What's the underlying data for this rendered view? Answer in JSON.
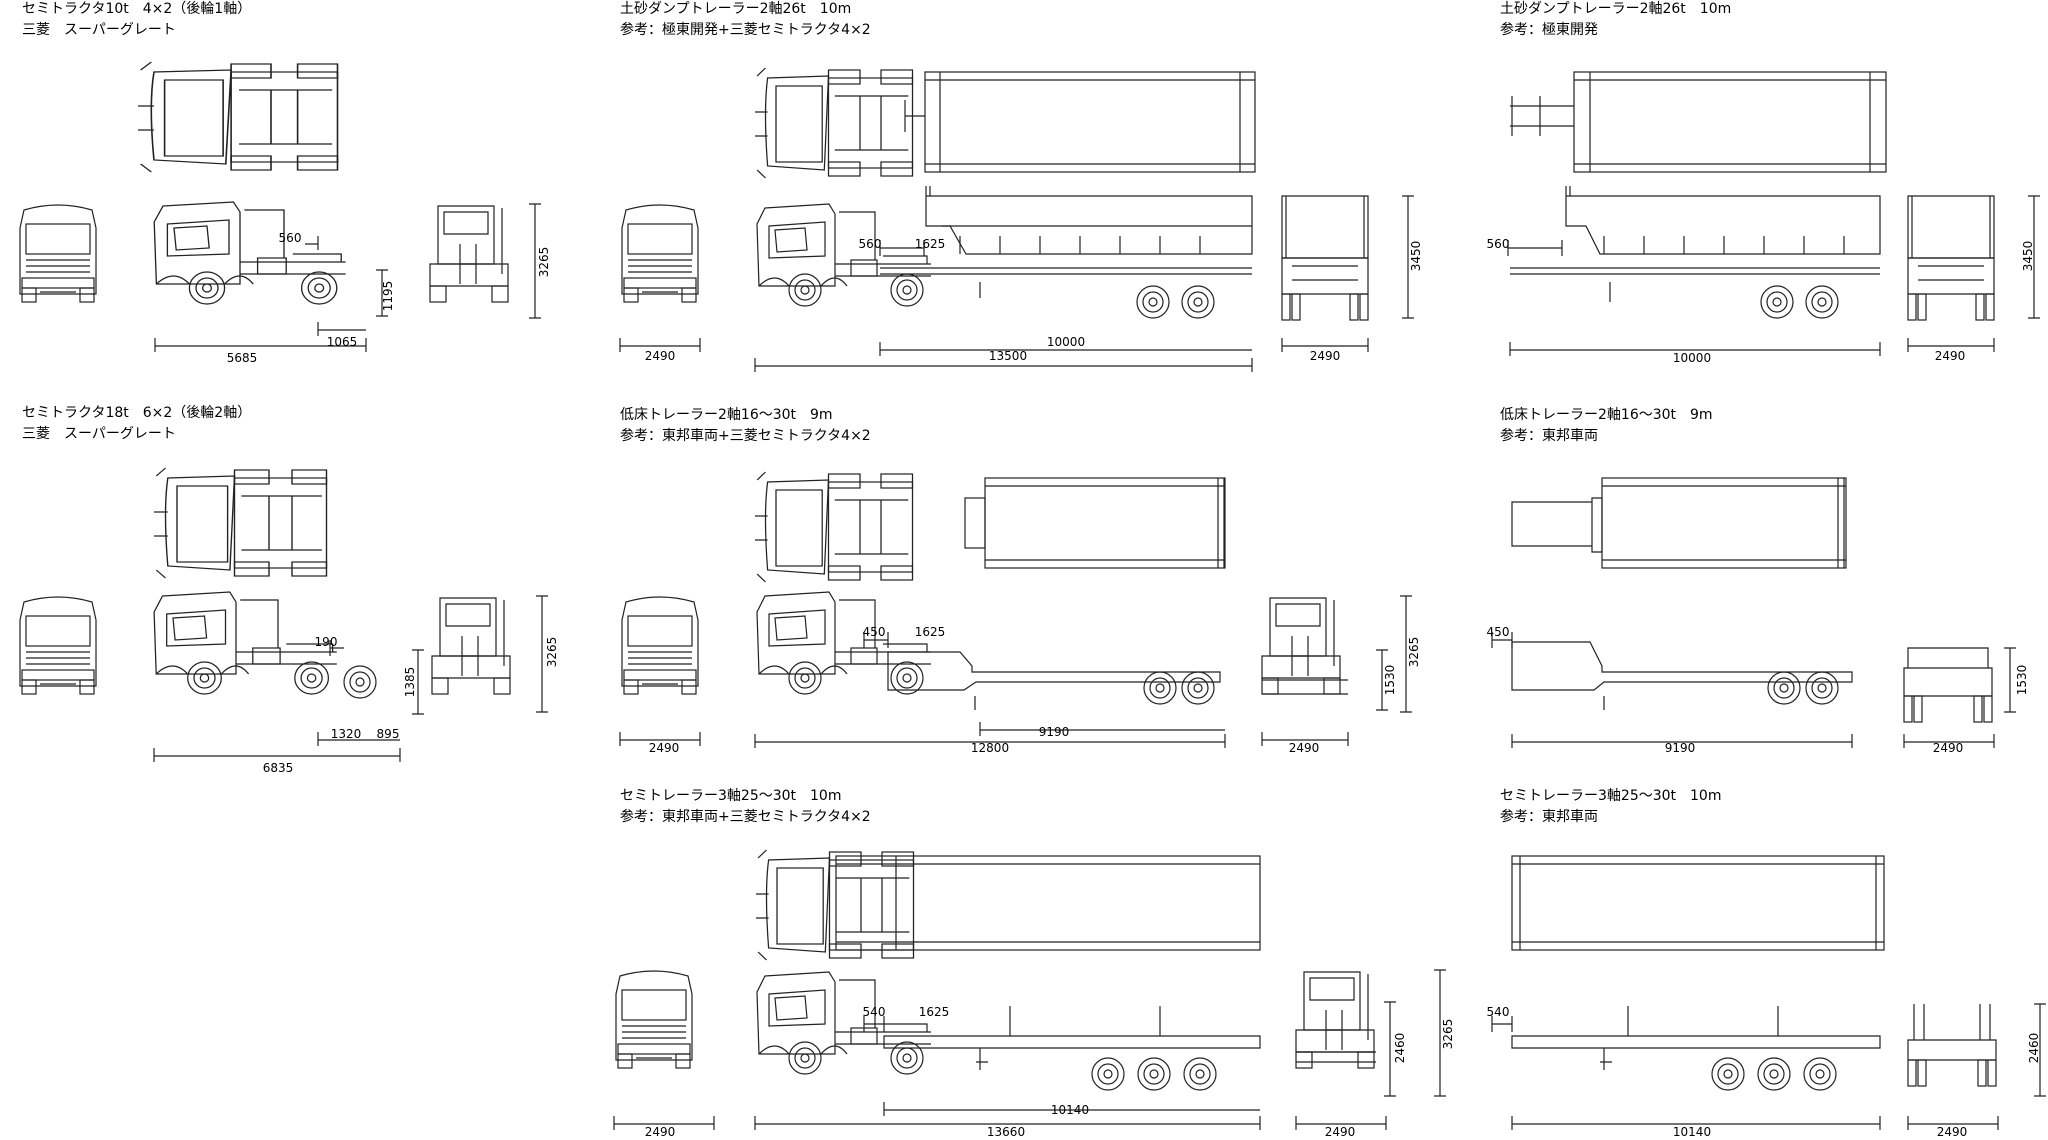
{
  "blocks": [
    {
      "title": "セミトラクタ10t　4×2（後輪1軸）",
      "sub": "三菱　スーパーグレート"
    },
    {
      "title": "土砂ダンプトレーラー2軸26t　10m",
      "sub": "参考：極東開発+三菱セミトラクタ4×2"
    },
    {
      "title": "土砂ダンプトレーラー2軸26t　10m",
      "sub": "参考：極東開発"
    },
    {
      "title": "セミトラクタ18t　6×2（後輪2軸）",
      "sub": "三菱　スーパーグレート"
    },
    {
      "title": "低床トレーラー2軸16～30t　9m",
      "sub": "参考：東邦車両+三菱セミトラクタ4×2"
    },
    {
      "title": "低床トレーラー2軸16～30t　9m",
      "sub": "参考：東邦車両"
    },
    {
      "title": "セミトレーラー3軸25～30t　10m",
      "sub": "参考：東邦車両+三菱セミトラクタ4×2"
    },
    {
      "title": "セミトレーラー3軸25～30t　10m",
      "sub": "参考：東邦車両"
    }
  ],
  "dims": {
    "t10": {
      "len": "5685",
      "rear": "1065",
      "kp": "560",
      "kpH": "1195",
      "h": "3265"
    },
    "dump_c": {
      "width": "2490",
      "total": "13500",
      "trailer": "10000",
      "kp": "560",
      "kp2": "1625",
      "h": "3450",
      "rwidth": "2490"
    },
    "dump_s": {
      "trailer": "10000",
      "kp": "560",
      "h": "3450",
      "rwidth": "2490"
    },
    "t18": {
      "len": "6835",
      "a": "1320",
      "b": "895",
      "kp": "190",
      "kpH": "1385",
      "h": "3265"
    },
    "low_c": {
      "width": "2490",
      "total": "12800",
      "trailer": "9190",
      "kp": "450",
      "kp2": "1625",
      "h": "3265",
      "hh": "1530",
      "rwidth": "2490"
    },
    "low_s": {
      "trailer": "9190",
      "kp": "450",
      "hh": "1530",
      "rwidth": "2490"
    },
    "semi_c": {
      "width": "2490",
      "total": "13660",
      "trailer": "10140",
      "kp": "540",
      "kp2": "1625",
      "h": "3265",
      "hh": "2460",
      "rwidth": "2490"
    },
    "semi_s": {
      "trailer": "10140",
      "kp": "540",
      "hh": "2460",
      "rwidth": "2490"
    }
  }
}
